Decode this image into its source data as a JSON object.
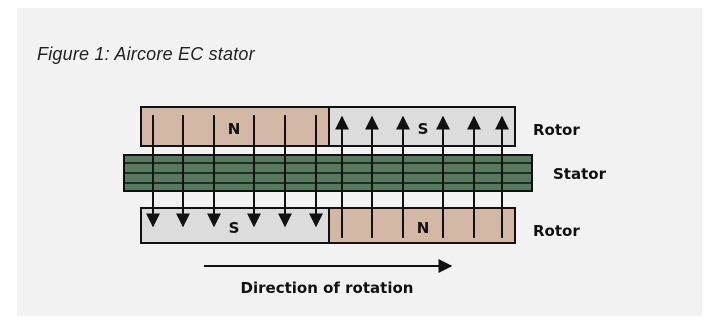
{
  "figure": {
    "caption": "Figure 1: Aircore EC stator"
  },
  "labels": {
    "rotor_top": "Rotor",
    "stator": "Stator",
    "rotor_bottom": "Rotor",
    "direction": "Direction of rotation"
  },
  "poles": {
    "top_left": "N",
    "top_right": "S",
    "bottom_left": "S",
    "bottom_right": "N"
  },
  "colors": {
    "background": "#f2f2f2",
    "north_pole_fill": "#d2b8a5",
    "south_pole_fill": "#dcdcdc",
    "stator_fill": "#577a5e",
    "stroke": "#111111"
  }
}
